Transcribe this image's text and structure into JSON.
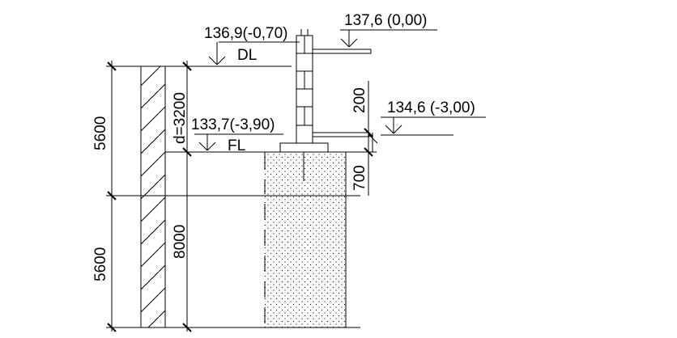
{
  "dimensions": {
    "upper_height": "5600",
    "lower_height": "5600",
    "depth_d": "d=3200",
    "lower_depth": "8000",
    "wall_height": "200",
    "footing_height": "700"
  },
  "levels": {
    "ground_top": "137,6  (0,00)",
    "dl": "136,9(-0,70)",
    "basement_floor": "134,6 (-3,00)",
    "fl": "133,7(-3,90)"
  },
  "markers": {
    "dl": "DL",
    "fl": "FL"
  }
}
